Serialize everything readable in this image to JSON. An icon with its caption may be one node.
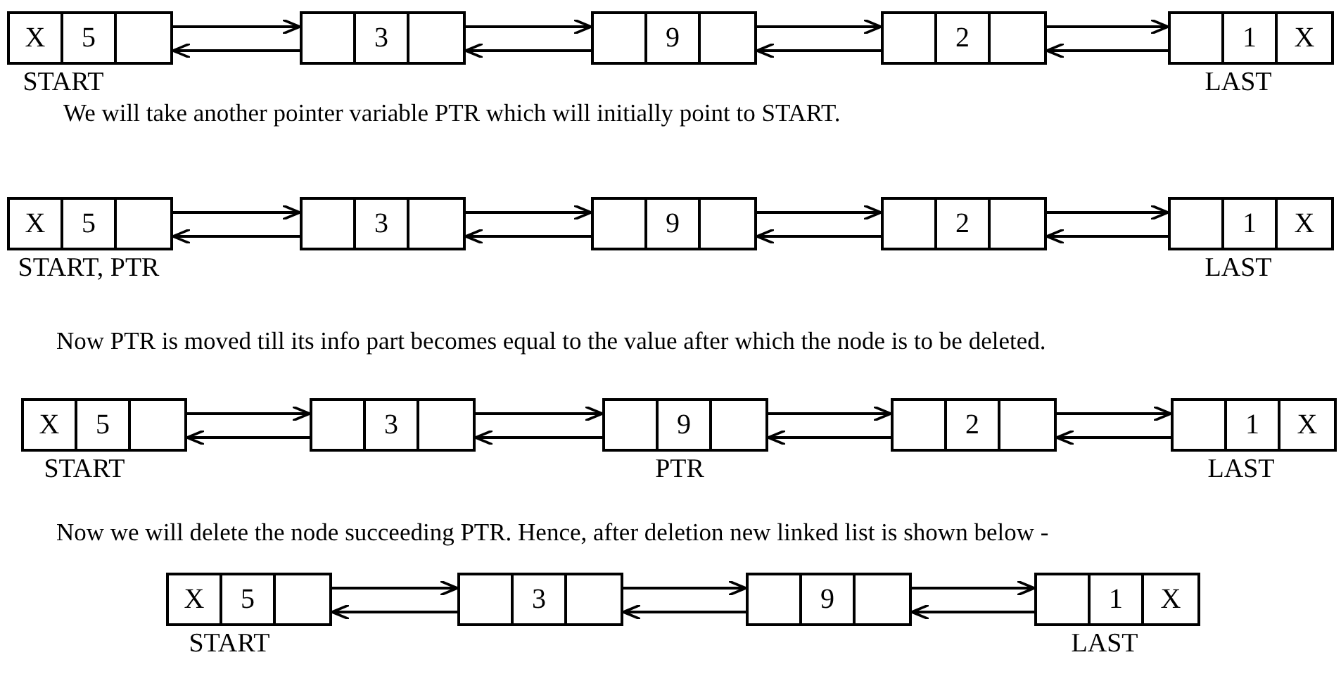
{
  "diagram": {
    "nodes": [
      {
        "text": [
          "X",
          "5"
        ],
        "beside": [
          "START"
        ]
      },
      {
        "text": [
          "3"
        ]
      },
      {
        "text": [
          "9"
        ]
      },
      {
        "text": [
          "2"
        ]
      },
      {
        "text": [
          "1",
          "X"
        ],
        "beside": [
          "LAST"
        ]
      },
      {
        "text": [
          "X",
          "5"
        ],
        "beside": [
          "START, PTR"
        ]
      },
      {
        "text": [
          "3"
        ]
      },
      {
        "text": [
          "9"
        ]
      },
      {
        "text": [
          "2"
        ]
      },
      {
        "text": [
          "1",
          "X"
        ],
        "beside": [
          "LAST"
        ]
      },
      {
        "text": [
          "X",
          "5"
        ],
        "beside": [
          "START"
        ]
      },
      {
        "text": [
          "3"
        ]
      },
      {
        "text": [
          "9"
        ],
        "beside": [
          "PTR"
        ]
      },
      {
        "text": [
          "2"
        ]
      },
      {
        "text": [
          "1",
          "X"
        ],
        "beside": [
          "LAST"
        ]
      },
      {
        "text": [
          "X",
          "5"
        ],
        "beside": [
          "START"
        ]
      },
      {
        "text": [
          "3"
        ]
      },
      {
        "text": [
          "9"
        ]
      },
      {
        "text": [
          "1",
          "X"
        ],
        "beside": [
          "LAST"
        ]
      }
    ],
    "edges": [
      {
        "from": 0,
        "to": 1,
        "arrow": "to"
      },
      {
        "from": 1,
        "to": 0,
        "arrow": "to"
      },
      {
        "from": 1,
        "to": 2,
        "arrow": "to"
      },
      {
        "from": 2,
        "to": 1,
        "arrow": "to"
      },
      {
        "from": 2,
        "to": 3,
        "arrow": "to"
      },
      {
        "from": 3,
        "to": 2,
        "arrow": "to"
      },
      {
        "from": 3,
        "to": 4,
        "arrow": "to"
      },
      {
        "from": 4,
        "to": 3,
        "arrow": "to"
      },
      {
        "from": 5,
        "to": 6,
        "arrow": "to"
      },
      {
        "from": 6,
        "to": 5,
        "arrow": "to"
      },
      {
        "from": 6,
        "to": 7,
        "arrow": "to"
      },
      {
        "from": 7,
        "to": 6,
        "arrow": "to"
      },
      {
        "from": 7,
        "to": 8,
        "arrow": "to"
      },
      {
        "from": 8,
        "to": 7,
        "arrow": "to"
      },
      {
        "from": 8,
        "to": 9,
        "arrow": "to"
      },
      {
        "from": 9,
        "to": 8,
        "arrow": "to"
      },
      {
        "from": 10,
        "to": 11,
        "arrow": "to"
      },
      {
        "from": 11,
        "to": 10,
        "arrow": "to"
      },
      {
        "from": 11,
        "to": 12,
        "arrow": "to"
      },
      {
        "from": 12,
        "to": 11,
        "arrow": "to"
      },
      {
        "from": 12,
        "to": 13,
        "arrow": "to"
      },
      {
        "from": 13,
        "to": 12,
        "arrow": "to"
      },
      {
        "from": 13,
        "to": 14,
        "arrow": "to"
      },
      {
        "from": 14,
        "to": 13,
        "arrow": "to"
      },
      {
        "from": 15,
        "to": 16,
        "arrow": "to"
      },
      {
        "from": 16,
        "to": 15,
        "arrow": "to"
      },
      {
        "from": 16,
        "to": 17,
        "arrow": "to"
      },
      {
        "from": 17,
        "to": 16,
        "arrow": "to"
      },
      {
        "from": 17,
        "to": 18,
        "arrow": "to"
      },
      {
        "from": 18,
        "to": 17,
        "arrow": "to"
      }
    ],
    "labels": [
      "We will take another pointer variable PTR which will initially point to START.",
      "Now PTR is moved till its info part becomes equal to the value after which the node is to be deleted.",
      "Now we will delete the node succeeding PTR. Hence, after deletion new linked list is shown below -"
    ]
  }
}
